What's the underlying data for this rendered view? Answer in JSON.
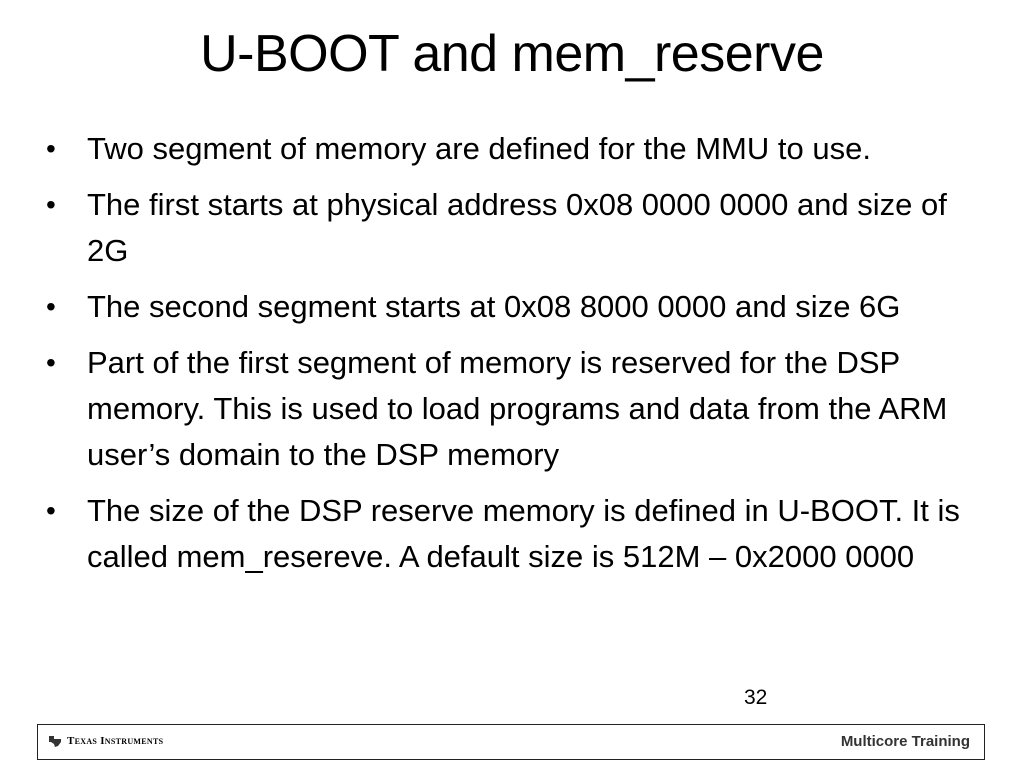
{
  "slide": {
    "title": "U-BOOT and mem_reserve",
    "bullets": [
      "Two segment of memory are defined for the MMU to use.",
      "The first starts at physical address 0x08 0000 0000 and size of 2G",
      "The second segment starts at 0x08 8000 0000 and size 6G",
      "Part of the first  segment of memory is reserved for the DSP memory. This is used to load programs and data from the ARM user’s domain to the DSP memory",
      "The size of the DSP reserve memory is defined in U-BOOT. It is called mem_resereve. A default size is 512M – 0x2000 0000"
    ],
    "page_number": "32"
  },
  "footer": {
    "company": "Texas Instruments",
    "company_icon": "texas-state-icon",
    "right_label": "Multicore Training"
  }
}
